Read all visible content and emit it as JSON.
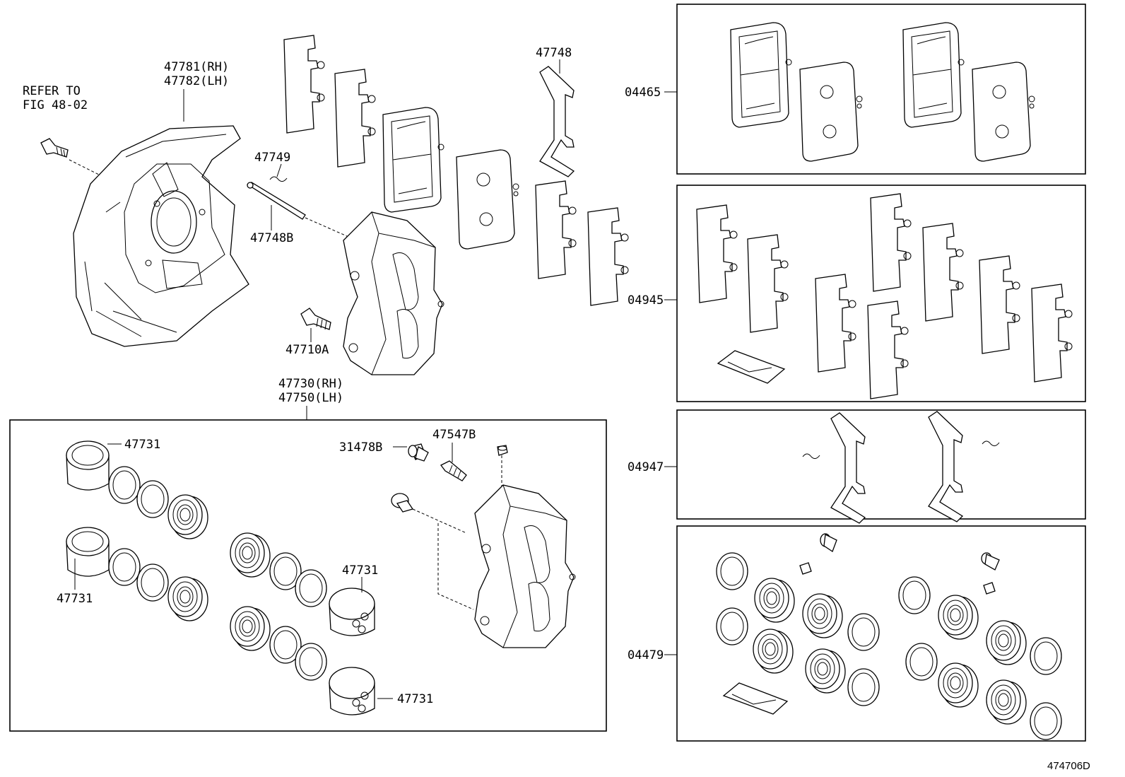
{
  "labels": {
    "shield_rh": "47781(RH)",
    "shield_lh": "47782(LH)",
    "refer_to": "REFER TO",
    "fig": "FIG 48-02",
    "clip_47749": "47749",
    "pin_47748b": "47748B",
    "spring_47748": "47748",
    "bolt_47710a": "47710A",
    "caliper_rh": "47730(RH)",
    "caliper_lh": "47750(LH)",
    "piston_1": "47731",
    "piston_2": "47731",
    "piston_3": "47731",
    "piston_4": "47731",
    "cap_31478b": "31478B",
    "bleeder_47547b": "47547B",
    "kit_04465": "04465",
    "kit_04945": "04945",
    "kit_04947": "04947",
    "kit_04479": "04479",
    "diagram_id": "474706D"
  }
}
